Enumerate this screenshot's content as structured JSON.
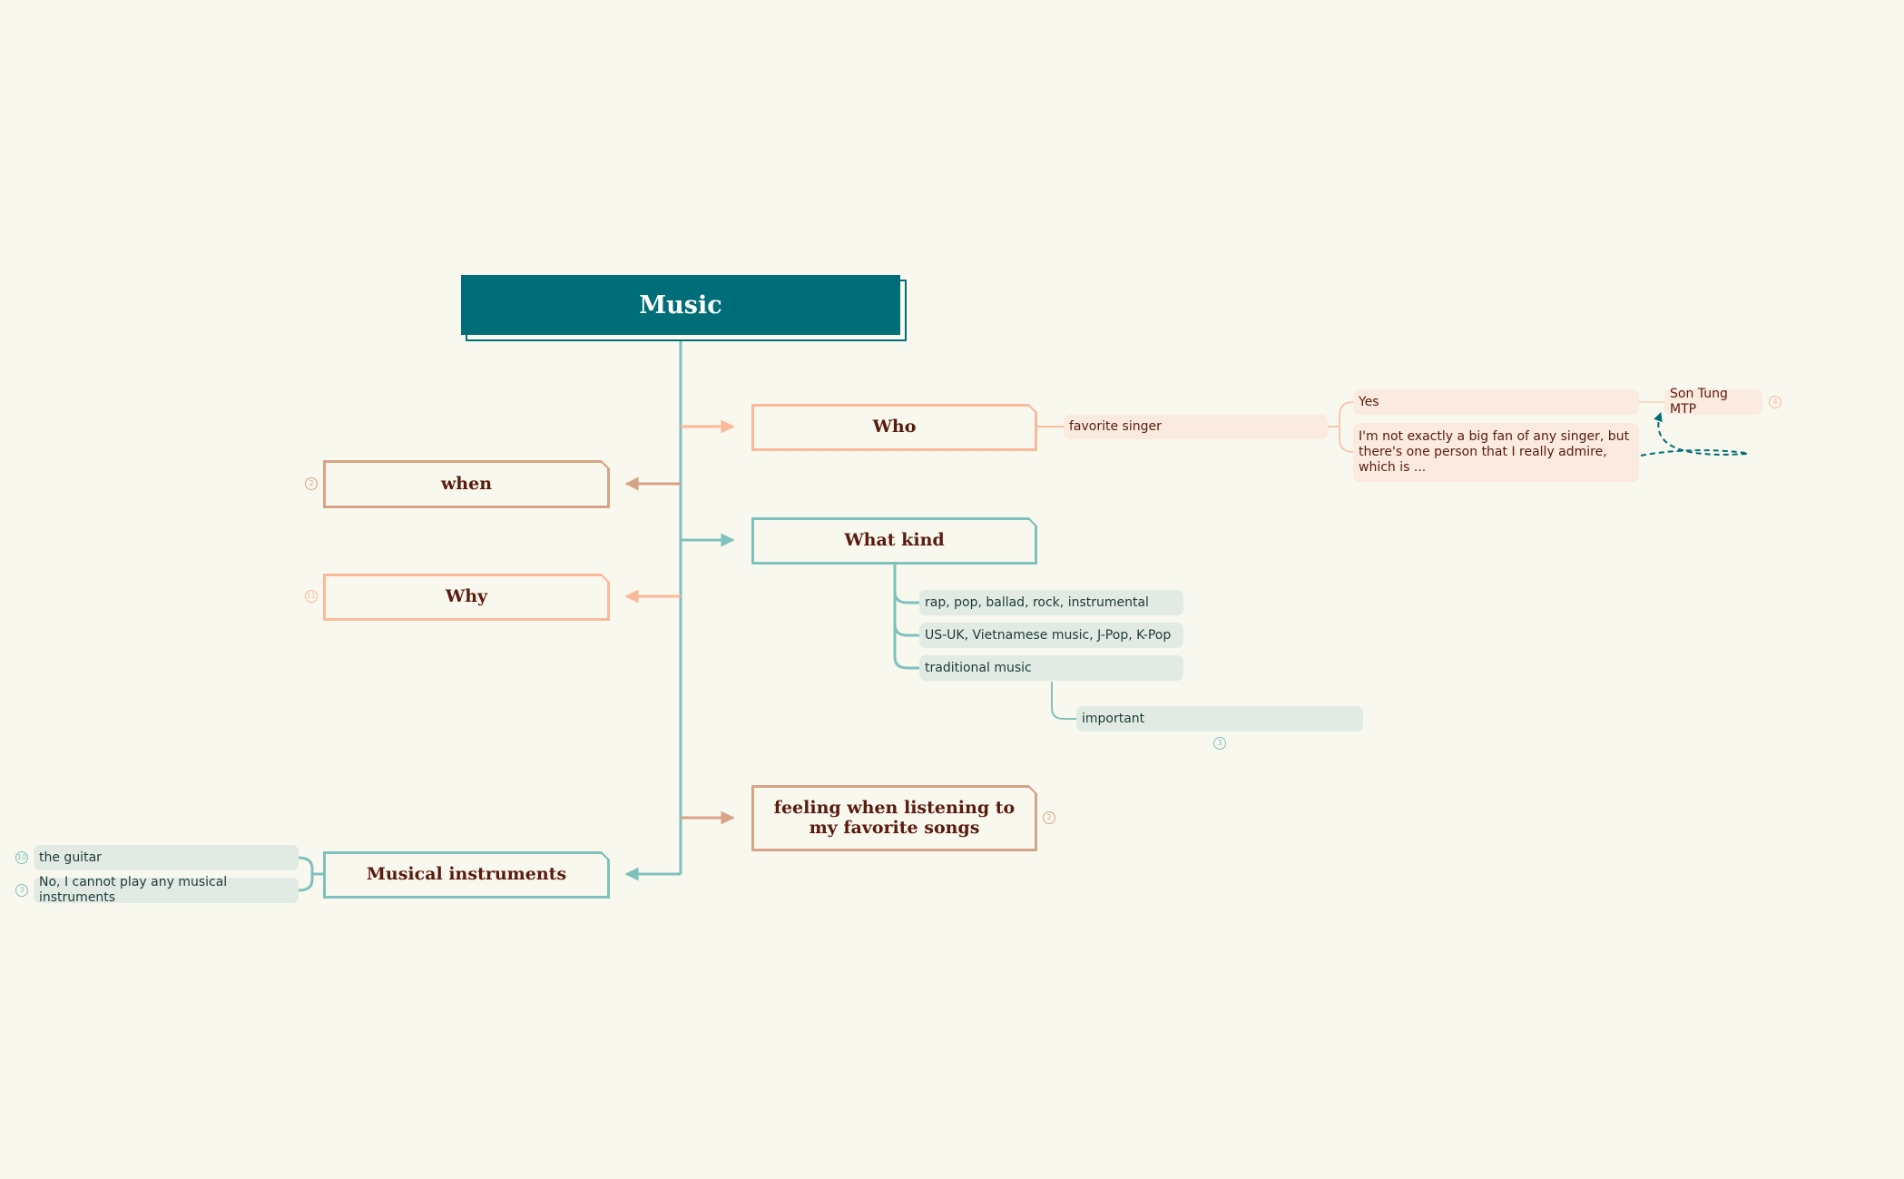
{
  "root": {
    "label": "Music"
  },
  "topics": {
    "who": {
      "label": "Who"
    },
    "when": {
      "label": "when",
      "badge": "2"
    },
    "what_kind": {
      "label": "What kind"
    },
    "why": {
      "label": "Why",
      "badge": "11"
    },
    "feeling": {
      "label": "feeling when listening to my favorite songs",
      "badge": "2"
    },
    "instruments": {
      "label": "Musical instruments"
    }
  },
  "who_branch": {
    "favorite_singer": "favorite singer",
    "yes": "Yes",
    "not_fan": "I'm not exactly a big fan of any singer, but there's one person that I really admire, which is ...",
    "son_tung": "Son Tung MTP",
    "son_tung_badge": "4"
  },
  "what_kind_branch": {
    "genres": "rap, pop, ballad, rock, instrumental",
    "origins": "US-UK, Vietnamese music, J-Pop, K-Pop",
    "traditional": "traditional music",
    "important": "important",
    "important_badge": "3"
  },
  "instruments_branch": {
    "guitar": "the guitar",
    "guitar_badge": "10",
    "cannot_play": "No, I cannot play any musical instruments",
    "cannot_play_badge": "3"
  },
  "colors": {
    "background": "#f9f8ee",
    "root": "#006e78",
    "teal": "#7fc1bd",
    "salmon": "#fbb99a",
    "tan": "#d6a386",
    "text": "#5a1a0e"
  }
}
